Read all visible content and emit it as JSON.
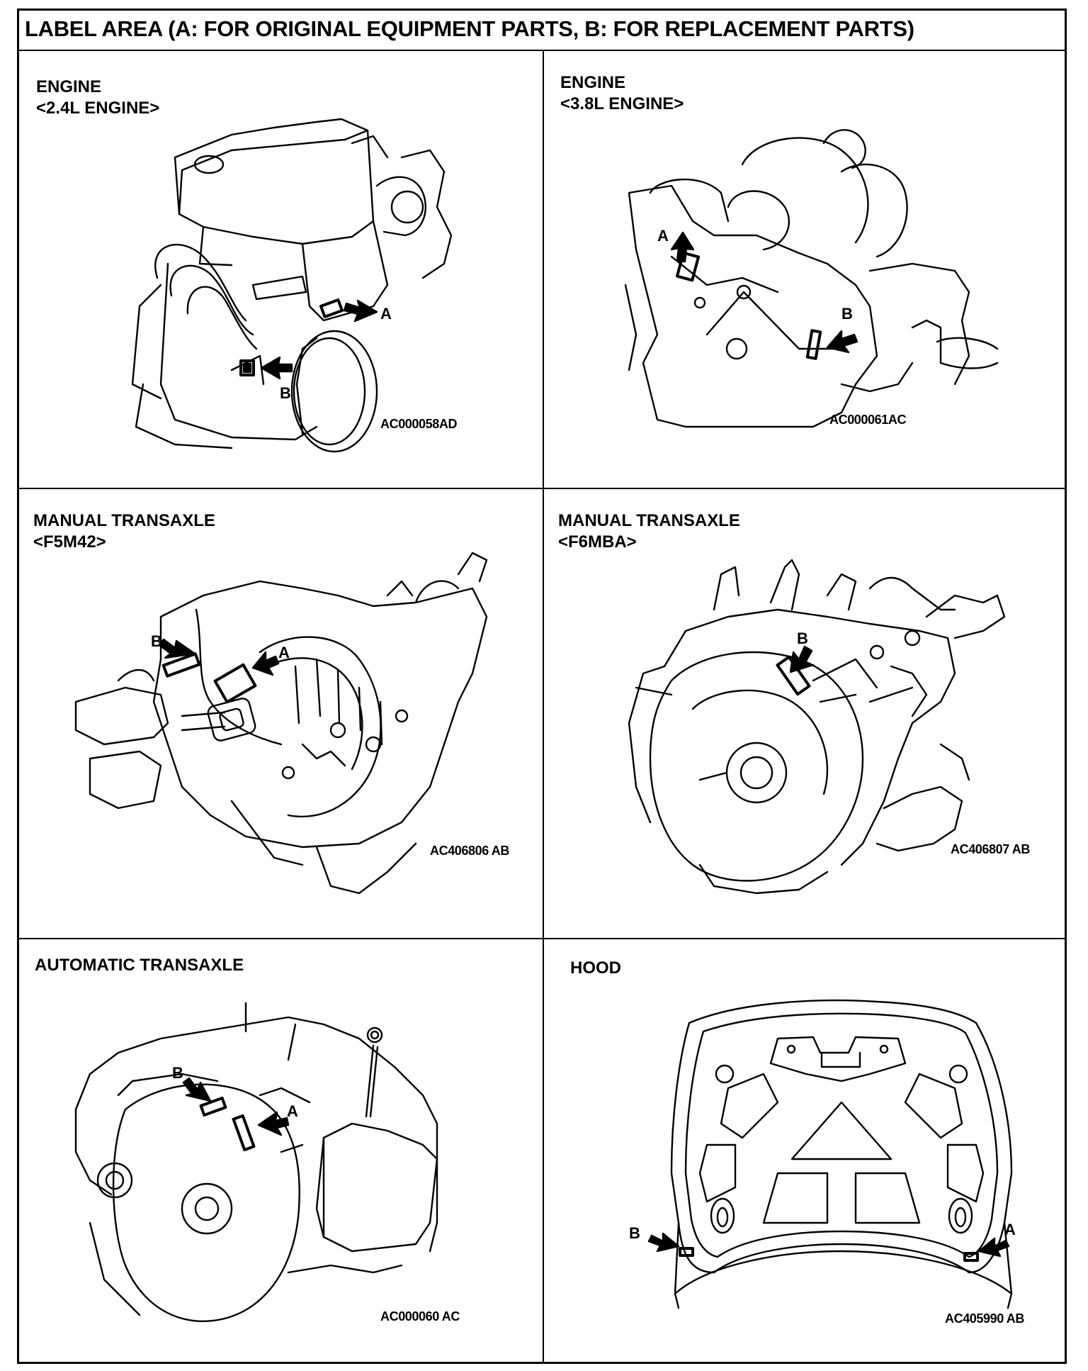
{
  "header": {
    "title": "LABEL AREA (A: FOR ORIGINAL EQUIPMENT PARTS, B: FOR REPLACEMENT PARTS)"
  },
  "panels": [
    {
      "title": "ENGINE",
      "subtitle": "<2.4L ENGINE>",
      "code": "AC000058AD",
      "markers": [
        "A",
        "B"
      ]
    },
    {
      "title": "ENGINE",
      "subtitle": "<3.8L ENGINE>",
      "code": "AC000061AC",
      "markers": [
        "A",
        "B"
      ]
    },
    {
      "title": "MANUAL TRANSAXLE",
      "subtitle": "<F5M42>",
      "code": "AC406806 AB",
      "markers": [
        "B",
        "A"
      ]
    },
    {
      "title": "MANUAL TRANSAXLE",
      "subtitle": "<F6MBA>",
      "code": "AC406807 AB",
      "markers": [
        "B"
      ]
    },
    {
      "title": "AUTOMATIC TRANSAXLE",
      "subtitle": "",
      "code": "AC000060 AC",
      "markers": [
        "B",
        "A"
      ]
    },
    {
      "title": "HOOD",
      "subtitle": "",
      "code": "AC405990 AB",
      "markers": [
        "B",
        "A"
      ]
    }
  ]
}
